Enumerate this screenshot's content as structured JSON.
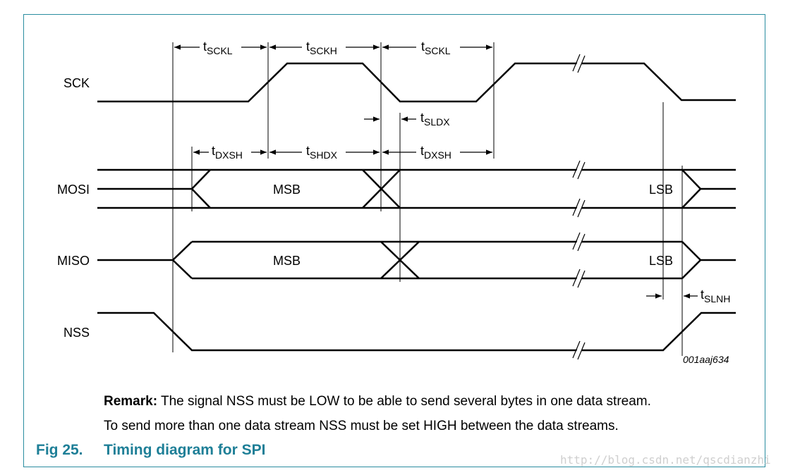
{
  "signals": {
    "sck": "SCK",
    "mosi": "MOSI",
    "miso": "MISO",
    "nss": "NSS"
  },
  "data_labels": {
    "mosi_first": "MSB",
    "mosi_last": "LSB",
    "miso_first": "MSB",
    "miso_last": "LSB"
  },
  "timings": {
    "t1": {
      "main": "t",
      "sub": "SCKL"
    },
    "t2": {
      "main": "t",
      "sub": "SCKH"
    },
    "t3": {
      "main": "t",
      "sub": "SCKL"
    },
    "t4": {
      "main": "t",
      "sub": "SLDX"
    },
    "t5": {
      "main": "t",
      "sub": "DXSH"
    },
    "t6": {
      "main": "t",
      "sub": "SHDX"
    },
    "t7": {
      "main": "t",
      "sub": "DXSH"
    },
    "t8": {
      "main": "t",
      "sub": "SLNH"
    }
  },
  "figure_code": "001aaj634",
  "remark": {
    "bold": "Remark:",
    "line1": " The signal NSS must be LOW to be able to send several bytes in one data stream.",
    "line2": "To send more than one data stream NSS must be set HIGH between the data streams."
  },
  "caption": {
    "number": "Fig 25.",
    "title": "Timing diagram for SPI"
  },
  "watermark": "http://blog.csdn.net/qscdianzhi",
  "colors": {
    "frame": "#2a8da0",
    "caption": "#1e7f97",
    "line": "#000000"
  }
}
